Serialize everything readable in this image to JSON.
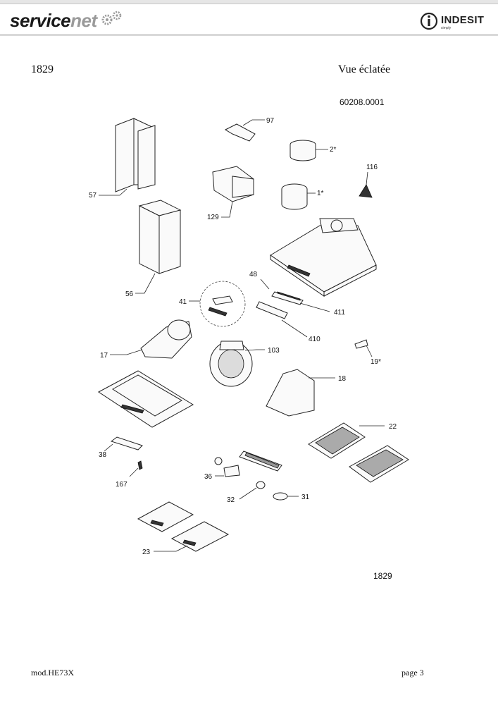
{
  "header": {
    "brand_left_a": "service",
    "brand_left_b": "net",
    "brand_right": "INDESIT",
    "brand_right_tag": "simply"
  },
  "document": {
    "number": "1829",
    "title": "Vue éclatée",
    "reference": "60208.0001",
    "figure_number": "1829"
  },
  "parts": [
    {
      "key": "p97",
      "label": "97"
    },
    {
      "key": "p2",
      "label": "2*"
    },
    {
      "key": "p116",
      "label": "116"
    },
    {
      "key": "p57",
      "label": "57"
    },
    {
      "key": "p1",
      "label": "1*"
    },
    {
      "key": "p129",
      "label": "129"
    },
    {
      "key": "p56",
      "label": "56"
    },
    {
      "key": "p48",
      "label": "48"
    },
    {
      "key": "p41",
      "label": "41"
    },
    {
      "key": "p411",
      "label": "411"
    },
    {
      "key": "p410",
      "label": "410"
    },
    {
      "key": "p17",
      "label": "17"
    },
    {
      "key": "p103",
      "label": "103"
    },
    {
      "key": "p19",
      "label": "19*"
    },
    {
      "key": "p18",
      "label": "18"
    },
    {
      "key": "p22",
      "label": "22"
    },
    {
      "key": "p38",
      "label": "38"
    },
    {
      "key": "p36",
      "label": "36"
    },
    {
      "key": "p167",
      "label": "167"
    },
    {
      "key": "p32",
      "label": "32"
    },
    {
      "key": "p31",
      "label": "31"
    },
    {
      "key": "p23",
      "label": "23"
    }
  ],
  "footer": {
    "model": "mod.HE73X",
    "page": "page 3"
  }
}
